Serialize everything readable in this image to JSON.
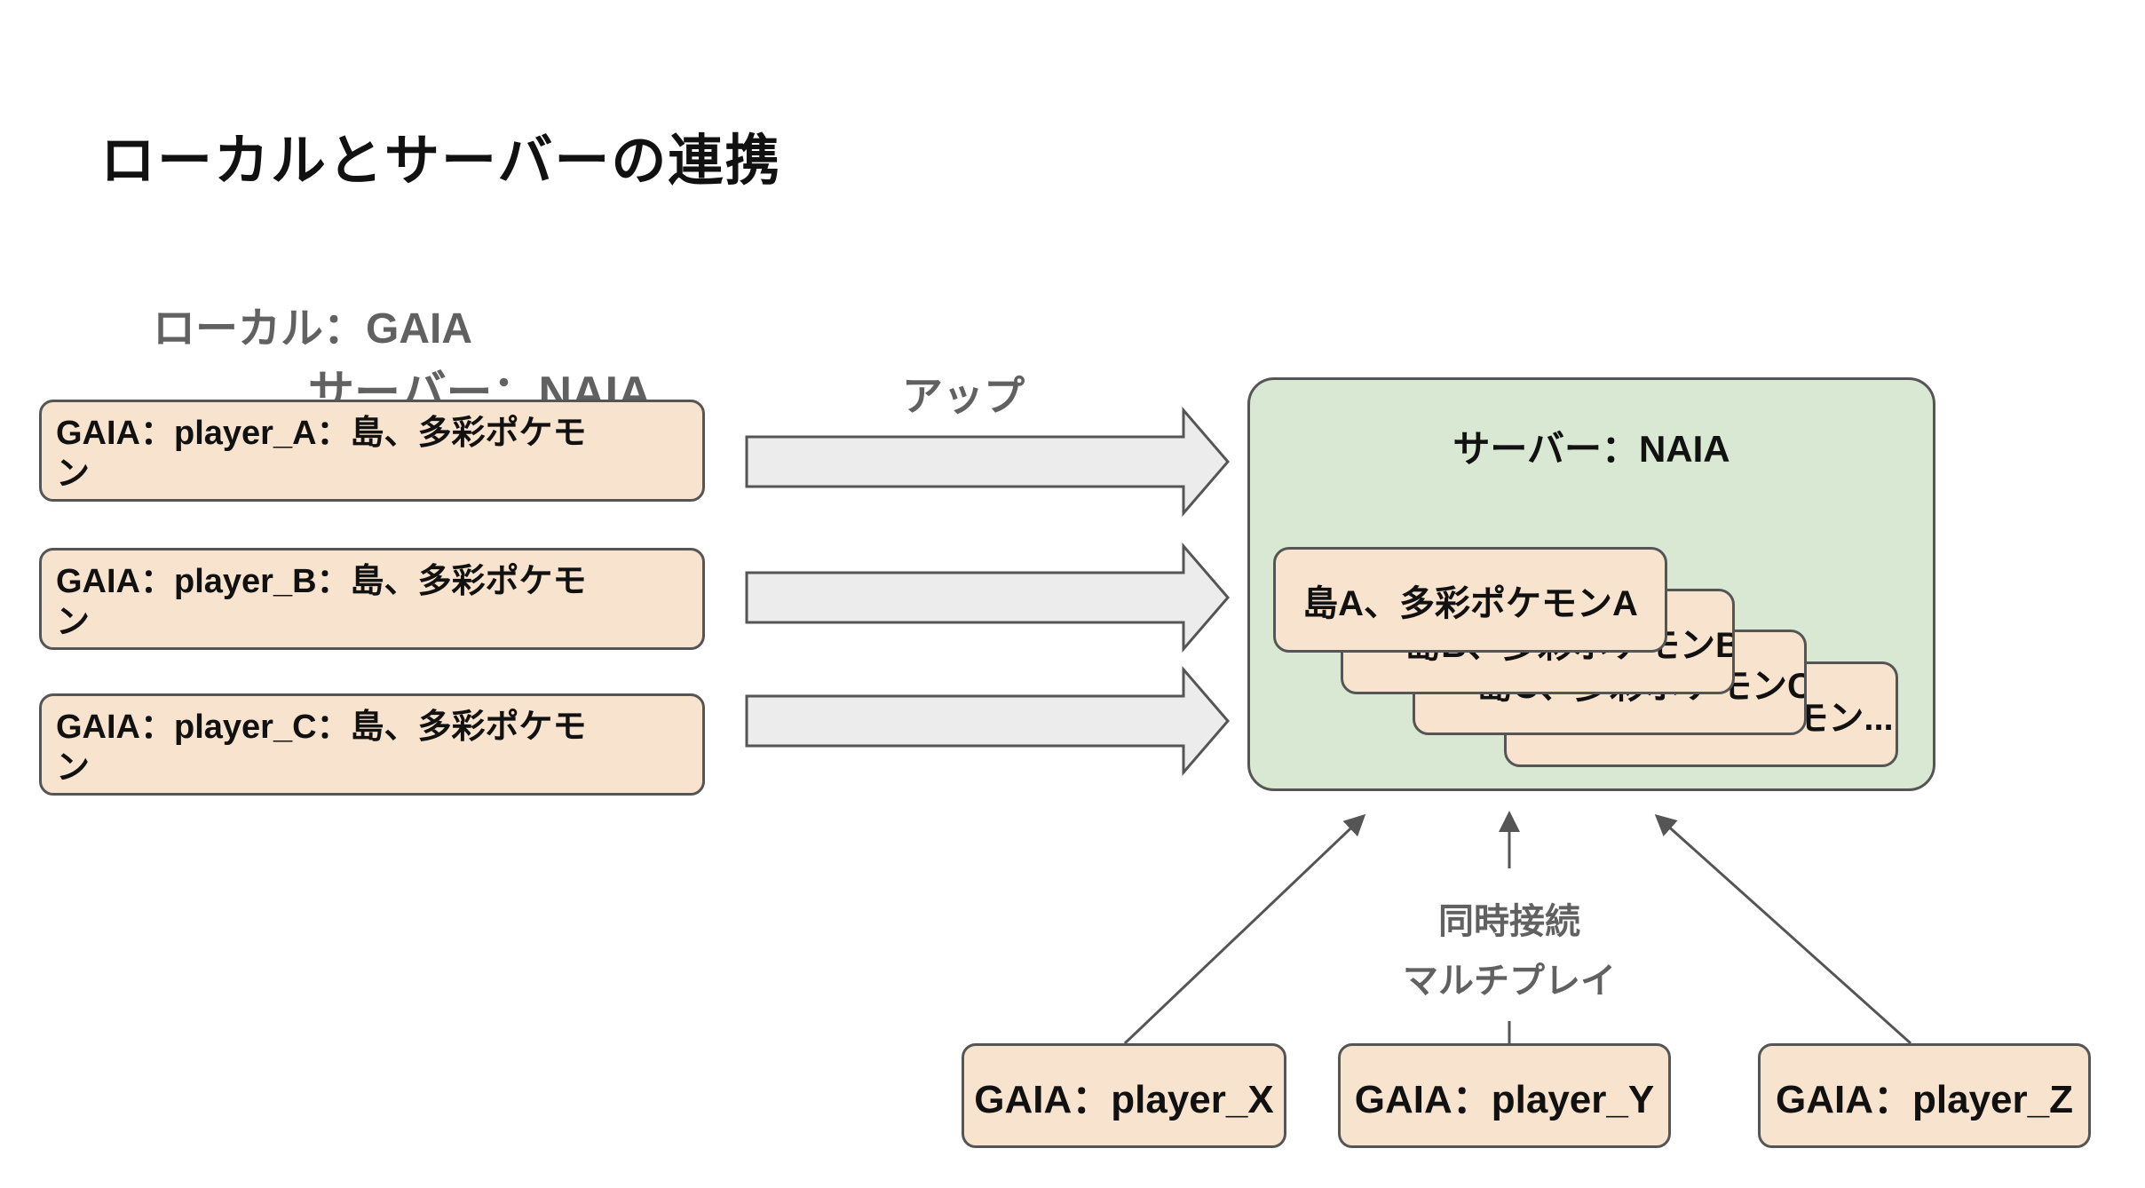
{
  "slide": {
    "title": "ローカルとサーバーの連携",
    "labels": {
      "local": "ローカル：GAIA",
      "server_background": "サーバー：NAIA",
      "upload": "アップ",
      "connection_line1": "同時接続",
      "connection_line2": "マルチプレイ"
    },
    "local_boxes": [
      {
        "lines": [
          "GAIA：player_A：島、多彩ポケモ",
          "ン"
        ]
      },
      {
        "lines": [
          "GAIA：player_B：島、多彩ポケモ",
          "ン"
        ]
      },
      {
        "lines": [
          "GAIA：player_C：島、多彩ポケモ",
          "ン"
        ]
      }
    ],
    "server_box": {
      "title": "サーバー：NAIA",
      "cards": [
        "島A、多彩ポケモンA",
        "島B、多彩ポケモンB",
        "島C、多彩ポケモンC",
        "島、多彩ポケモン..."
      ]
    },
    "client_boxes": [
      "GAIA：player_X",
      "GAIA：player_Y",
      "GAIA：player_Z"
    ],
    "colors": {
      "peach_fill": "#f8e4ce",
      "green_fill": "#d9e8d2",
      "shape_border": "#555555",
      "block_arrow_fill": "#ececec",
      "gray_text": "#616161",
      "black_text": "#111111"
    }
  }
}
